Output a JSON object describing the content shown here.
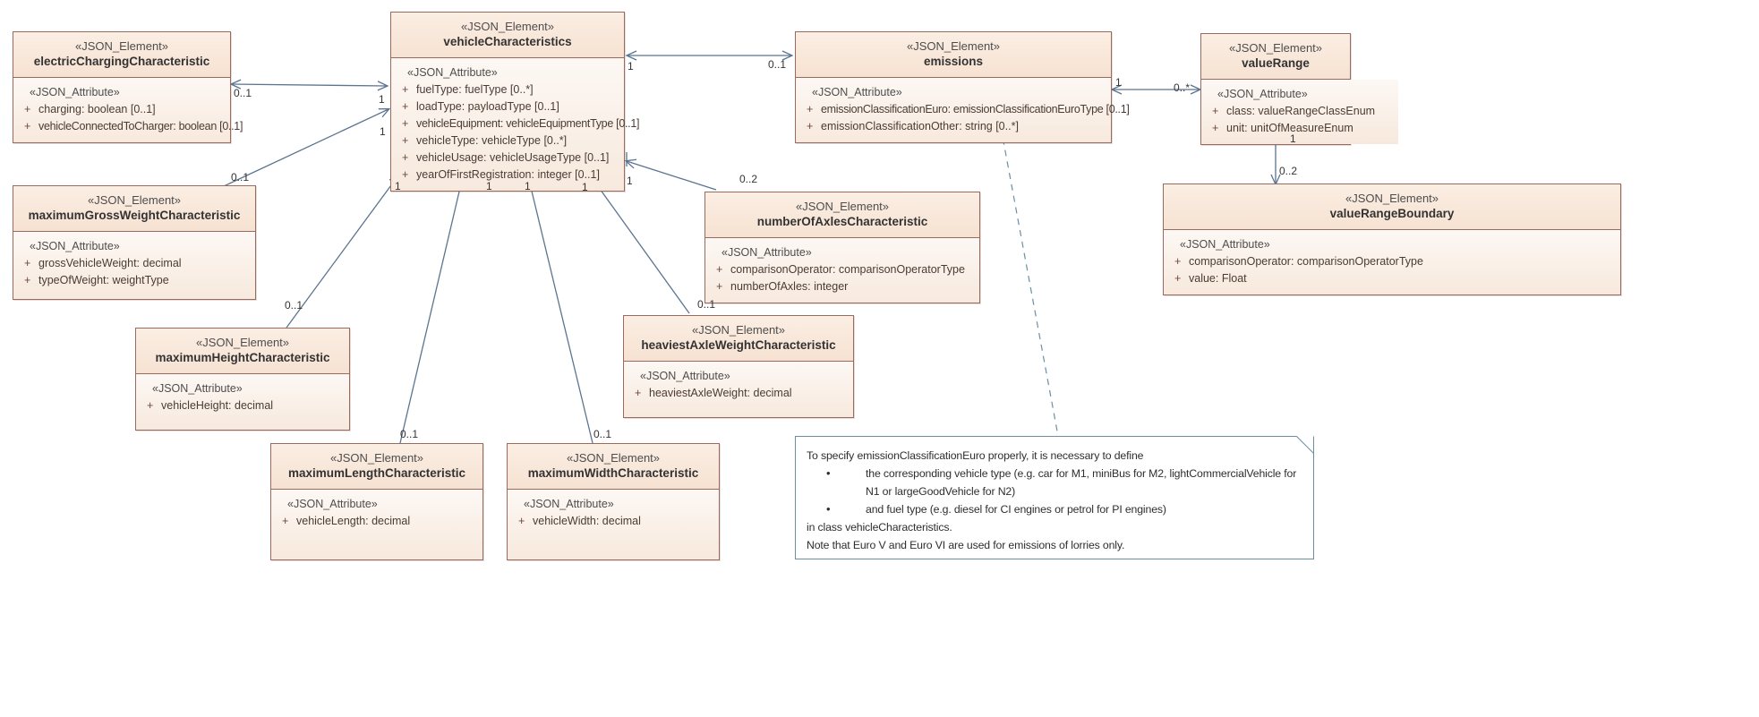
{
  "diagram": {
    "title": "vehicleCharacteristics JSON schema class diagram",
    "type": "uml-class-diagram",
    "colors": {
      "class_border": "#9a6a5e",
      "class_header_fill": "#f6e2d2",
      "class_body_fill": "#f7e9dd",
      "edge": "#5b7490",
      "note_border": "#6a8fa3",
      "note_fill": "#ffffff",
      "background": "#ffffff"
    }
  },
  "classes": {
    "electricChargingCharacteristic": {
      "stereotype": "«JSON_Element»",
      "name": "electricChargingCharacteristic",
      "attr_stereotype": "«JSON_Attribute»",
      "attributes": [
        {
          "vis": "+",
          "sig": "charging: boolean [0..1]"
        },
        {
          "vis": "+",
          "sig": "vehicleConnectedToCharger: boolean [0..1]"
        }
      ]
    },
    "vehicleCharacteristics": {
      "stereotype": "«JSON_Element»",
      "name": "vehicleCharacteristics",
      "attr_stereotype": "«JSON_Attribute»",
      "attributes": [
        {
          "vis": "+",
          "sig": "fuelType: fuelType [0..*]"
        },
        {
          "vis": "+",
          "sig": "loadType: payloadType [0..1]"
        },
        {
          "vis": "+",
          "sig": "vehicleEquipment: vehicleEquipmentType [0..1]"
        },
        {
          "vis": "+",
          "sig": "vehicleType: vehicleType [0..*]"
        },
        {
          "vis": "+",
          "sig": "vehicleUsage: vehicleUsageType [0..1]"
        },
        {
          "vis": "+",
          "sig": "yearOfFirstRegistration: integer [0..1]"
        }
      ]
    },
    "emissions": {
      "stereotype": "«JSON_Element»",
      "name": "emissions",
      "attr_stereotype": "«JSON_Attribute»",
      "attributes": [
        {
          "vis": "+",
          "sig": "emissionClassificationEuro: emissionClassificationEuroType [0..1]"
        },
        {
          "vis": "+",
          "sig": "emissionClassificationOther: string [0..*]"
        }
      ]
    },
    "valueRange": {
      "stereotype": "«JSON_Element»",
      "name": "valueRange",
      "attr_stereotype": "«JSON_Attribute»",
      "attributes": [
        {
          "vis": "+",
          "sig": "class: valueRangeClassEnum"
        },
        {
          "vis": "+",
          "sig": "unit: unitOfMeasureEnum"
        }
      ]
    },
    "valueRangeBoundary": {
      "stereotype": "«JSON_Element»",
      "name": "valueRangeBoundary",
      "attr_stereotype": "«JSON_Attribute»",
      "attributes": [
        {
          "vis": "+",
          "sig": "comparisonOperator: comparisonOperatorType"
        },
        {
          "vis": "+",
          "sig": "value: Float"
        }
      ]
    },
    "maximumGrossWeightCharacteristic": {
      "stereotype": "«JSON_Element»",
      "name": "maximumGrossWeightCharacteristic",
      "attr_stereotype": "«JSON_Attribute»",
      "attributes": [
        {
          "vis": "+",
          "sig": "grossVehicleWeight: decimal"
        },
        {
          "vis": "+",
          "sig": "typeOfWeight: weightType"
        }
      ]
    },
    "numberOfAxlesCharacteristic": {
      "stereotype": "«JSON_Element»",
      "name": "numberOfAxlesCharacteristic",
      "attr_stereotype": "«JSON_Attribute»",
      "attributes": [
        {
          "vis": "+",
          "sig": "comparisonOperator: comparisonOperatorType"
        },
        {
          "vis": "+",
          "sig": "numberOfAxles: integer"
        }
      ]
    },
    "maximumHeightCharacteristic": {
      "stereotype": "«JSON_Element»",
      "name": "maximumHeightCharacteristic",
      "attr_stereotype": "«JSON_Attribute»",
      "attributes": [
        {
          "vis": "+",
          "sig": "vehicleHeight: decimal"
        }
      ]
    },
    "heaviestAxleWeightCharacteristic": {
      "stereotype": "«JSON_Element»",
      "name": "heaviestAxleWeightCharacteristic",
      "attr_stereotype": "«JSON_Attribute»",
      "attributes": [
        {
          "vis": "+",
          "sig": "heaviestAxleWeight: decimal"
        }
      ]
    },
    "maximumLengthCharacteristic": {
      "stereotype": "«JSON_Element»",
      "name": "maximumLengthCharacteristic",
      "attr_stereotype": "«JSON_Attribute»",
      "attributes": [
        {
          "vis": "+",
          "sig": "vehicleLength: decimal"
        }
      ]
    },
    "maximumWidthCharacteristic": {
      "stereotype": "«JSON_Element»",
      "name": "maximumWidthCharacteristic",
      "attr_stereotype": "«JSON_Attribute»",
      "attributes": [
        {
          "vis": "+",
          "sig": "vehicleWidth: decimal"
        }
      ]
    }
  },
  "multiplicities": {
    "electric_to_vc_source": "0..1",
    "electric_to_vc_target": "1",
    "vc_to_emissions_source": "0..1",
    "emissions_to_valuerange_source": "1",
    "emissions_to_valuerange_target": "0..*",
    "valuerange_to_boundary_source": "1",
    "valuerange_to_boundary_target": "0..2",
    "grossweight_source": "0..1",
    "grossweight_target": "1",
    "height_source": "0..1",
    "height_target": "1",
    "length_source": "0..1",
    "length_target": "1",
    "width_source": "0..1",
    "width_target": "1",
    "axles_target": "1",
    "axles_source": "0..2",
    "heaviest_target": "1",
    "heaviest_source": "0..1",
    "vc_right_stub": "1"
  },
  "note": {
    "line1": "To specify emissionClassificationEuro properly, it is necessary to define",
    "bullets": [
      "the corresponding vehicle type  (e.g. car for M1, miniBus for M2, lightCommercialVehicle for N1 or largeGoodVehicle for N2)",
      "and fuel type (e.g. diesel for CI engines or petrol for PI engines)"
    ],
    "line2": "in class vehicleCharacteristics.",
    "line3": "Note that Euro V and Euro VI are used for emissions of lorries only."
  }
}
